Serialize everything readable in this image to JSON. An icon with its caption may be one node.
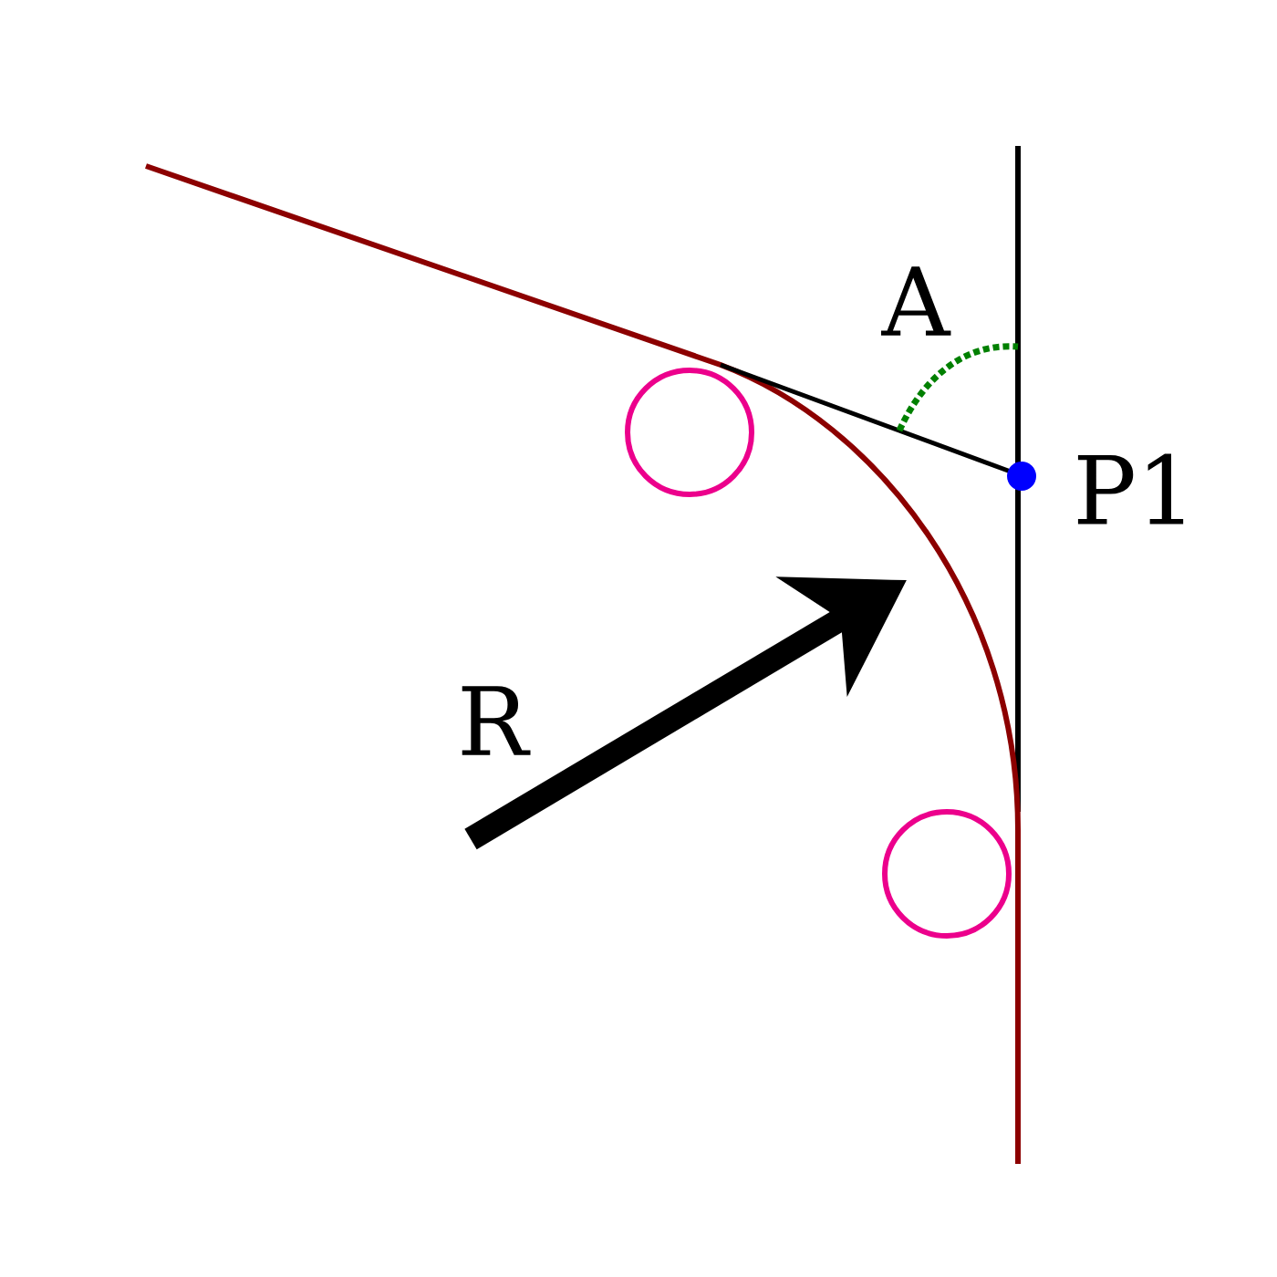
{
  "diagram": {
    "labels": [
      "A",
      "P1",
      "R"
    ]
  }
}
